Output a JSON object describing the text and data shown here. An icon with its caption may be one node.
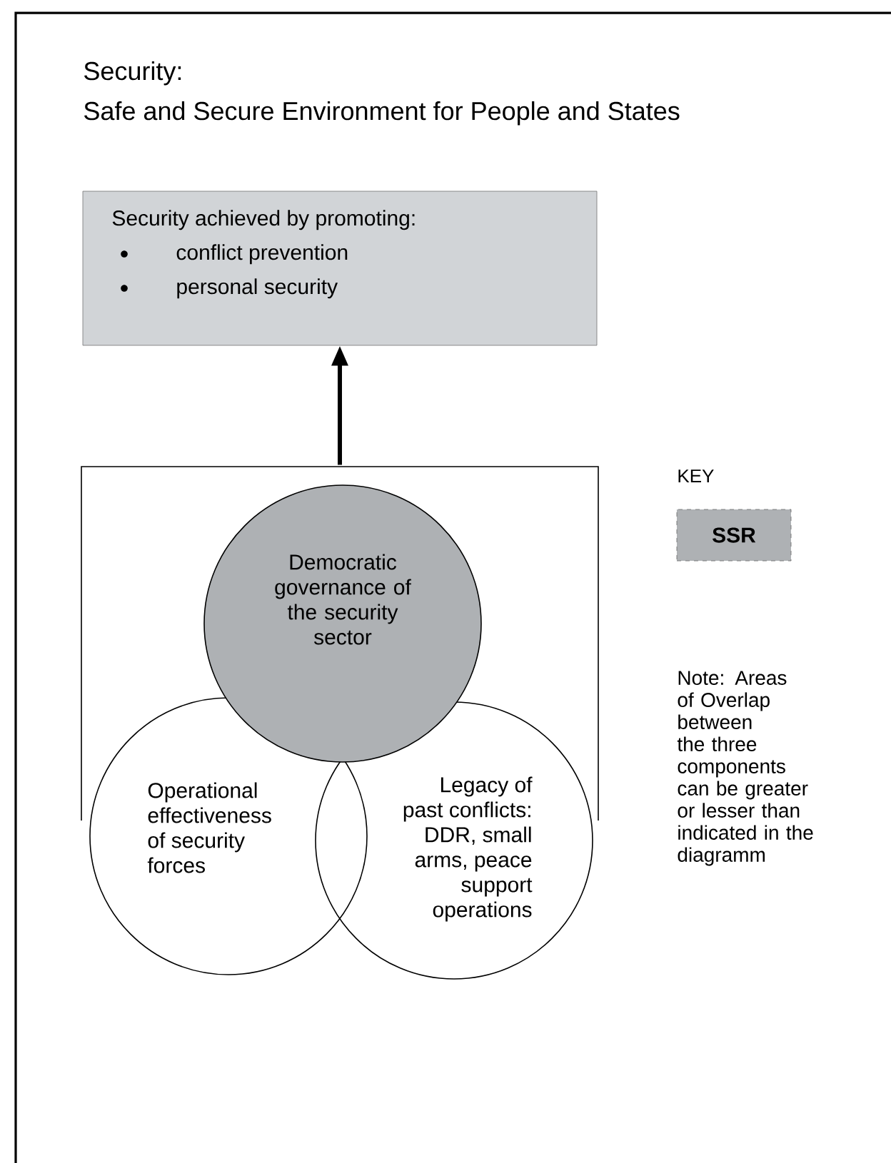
{
  "diagram": {
    "title": "Security:",
    "nodes": [
      {
        "text": [
          "Security achieved by promoting:",
          "conflict prevention",
          "personal security"
        ]
      },
      {
        "text": [],
        "shape": "bracket"
      },
      {
        "text": [
          "Democratic governance of the security sector"
        ],
        "in": 1
      },
      {
        "text": [
          "Operational effectiveness of security forces"
        ]
      },
      {
        "text": [
          "Legacy of past conflicts: DDR, small arms, peace support operations"
        ]
      }
    ],
    "edges": [
      {
        "from": 1,
        "to": 0,
        "arrow": "to"
      }
    ],
    "labels": [
      "Safe and Secure Environment for People and States",
      "KEY",
      "Note: Areas of Overlap between the three components can be greater or lesser than indicated in the diagramm"
    ],
    "legend": [
      {
        "text": "SSR",
        "color": "#aeb1b4"
      }
    ]
  }
}
